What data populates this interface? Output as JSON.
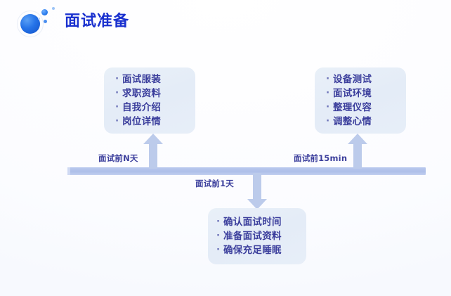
{
  "header": {
    "title": "面试准备",
    "logo_name": "blue-sphere-logo"
  },
  "timeline": {
    "labels": {
      "left": "面试前N天",
      "right": "面试前15min",
      "center": "面试前1天"
    }
  },
  "cards": {
    "left": {
      "items": [
        "面试服装",
        "求职资料",
        "自我介绍",
        "岗位详情"
      ]
    },
    "right": {
      "items": [
        "设备测试",
        "面试环境",
        "整理仪容",
        "调整心情"
      ]
    },
    "bottom": {
      "items": [
        "确认面试时间",
        "准备面试资料",
        "确保充足睡眠"
      ]
    }
  },
  "colors": {
    "title": "#1a31cf",
    "card_text": "#3b3e9c",
    "card_bg": "#e6edf7",
    "timeline": "#b0c1ea",
    "arrow": "#b6c6ea"
  }
}
